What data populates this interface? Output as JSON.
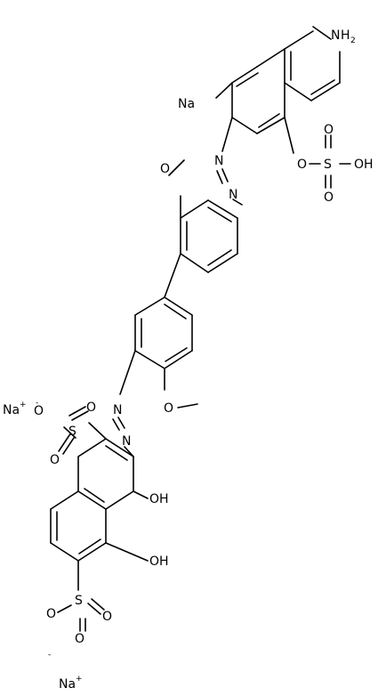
{
  "colors": {
    "ink": "#000000",
    "background": "#ffffff"
  },
  "labels": {
    "nh2_n": "N",
    "nh2_h": "H",
    "nh2_2": "2",
    "na_top": "Na",
    "o_ester": "O",
    "s_top": "S",
    "oh_top": "OH",
    "o_top_up": "O",
    "o_top_down": "O",
    "n1": "N",
    "n2": "N",
    "ome1_o": "O",
    "ome2_o": "O",
    "n3": "N",
    "n4": "N",
    "s1": "S",
    "s1_o1": "O",
    "s1_o2": "O",
    "s1_om": "O",
    "s1_minus": "-",
    "na_mid": "Na",
    "na_mid_plus": "+",
    "oh1": "OH",
    "oh2": "OH",
    "s2": "S",
    "s2_o1": "O",
    "s2_o2": "O",
    "s2_om": "O",
    "s2_minus": "-",
    "na_bot": "Na",
    "na_bot_plus": "+"
  }
}
